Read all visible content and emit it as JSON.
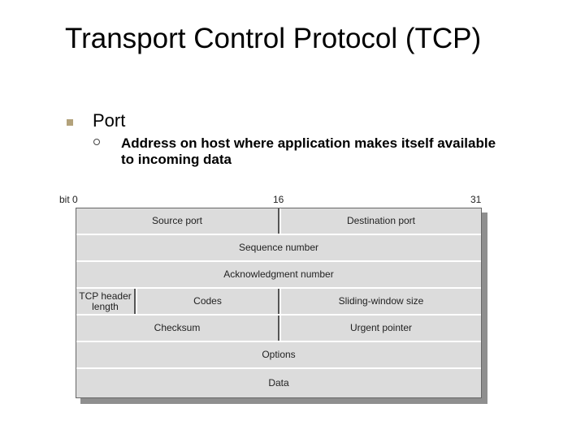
{
  "slide": {
    "title": "Transport Control Protocol (TCP)",
    "bullet": "Port",
    "sub_bullet": "Address on host where application makes itself available to incoming data",
    "bullet_color": "#b3a27b"
  },
  "header_diagram": {
    "bit_labels": [
      "bit 0",
      "16",
      "31"
    ],
    "rows": [
      [
        "Source port",
        "Destination port"
      ],
      [
        "Sequence number"
      ],
      [
        "Acknowledgment number"
      ],
      [
        "TCP header length",
        "Codes",
        "Sliding-window size"
      ],
      [
        "Checksum",
        "Urgent pointer"
      ],
      [
        "Options"
      ],
      [
        "Data"
      ]
    ],
    "fill_color": "#dcdcdc",
    "shadow_color": "#8f8f8f"
  }
}
